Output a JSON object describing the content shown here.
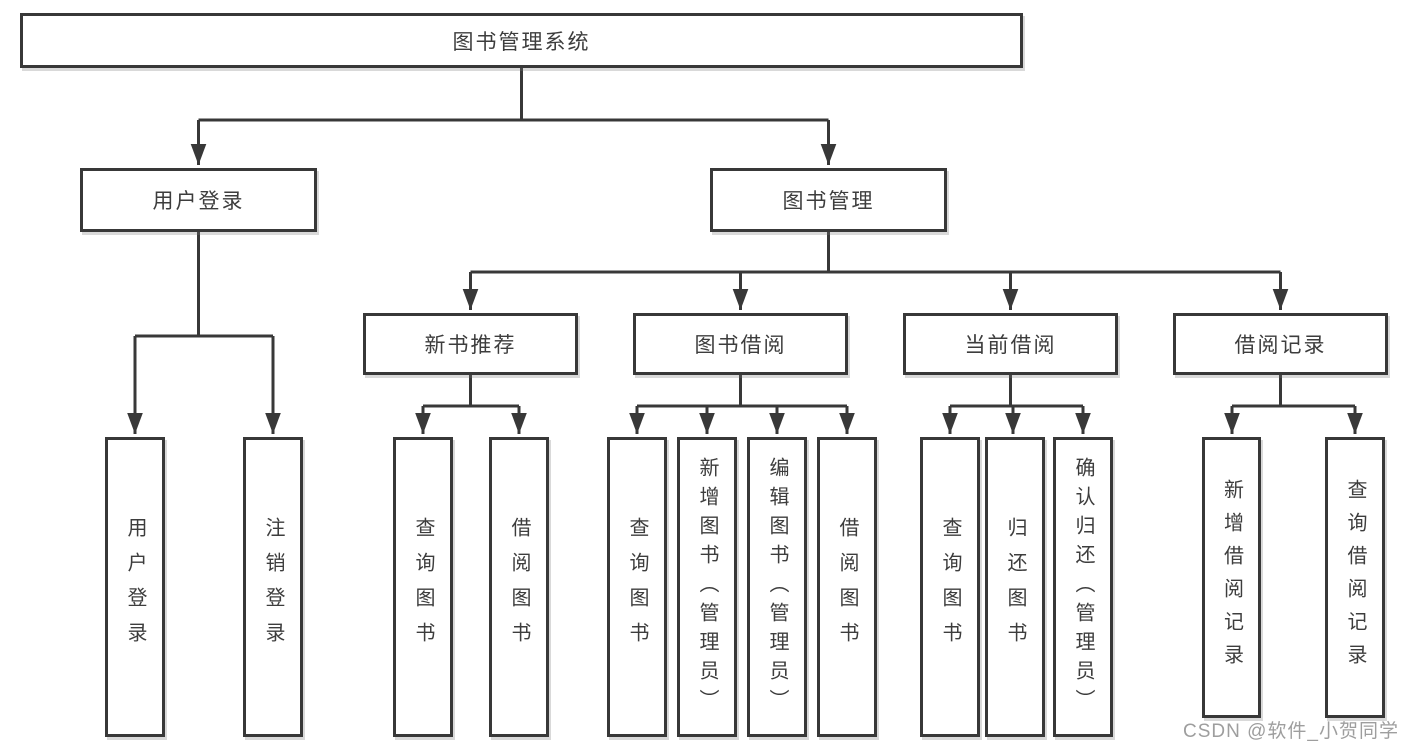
{
  "root": {
    "label": "图书管理系统"
  },
  "level2": [
    {
      "label": "用户登录"
    },
    {
      "label": "图书管理"
    }
  ],
  "level3": [
    {
      "label": "新书推荐"
    },
    {
      "label": "图书借阅"
    },
    {
      "label": "当前借阅"
    },
    {
      "label": "借阅记录"
    }
  ],
  "level4": {
    "user_login": [
      "用户登录",
      "注销登录"
    ],
    "new_book": [
      "查询图书",
      "借阅图书"
    ],
    "book_borrow": [
      "查询图书",
      "新增图书（管理员）",
      "编辑图书（管理员）",
      "借阅图书"
    ],
    "current_borrow": [
      "查询图书",
      "归还图书",
      "确认归还（管理员）"
    ],
    "borrow_record": [
      "新增借阅记录",
      "查询借阅记录"
    ]
  },
  "watermark": "CSDN @软件_小贺同学",
  "colors": {
    "line": "#383838",
    "box_border": "#383838",
    "text": "#3d3d3d",
    "watermark": "#9e9e9e",
    "background": "#ffffff"
  }
}
